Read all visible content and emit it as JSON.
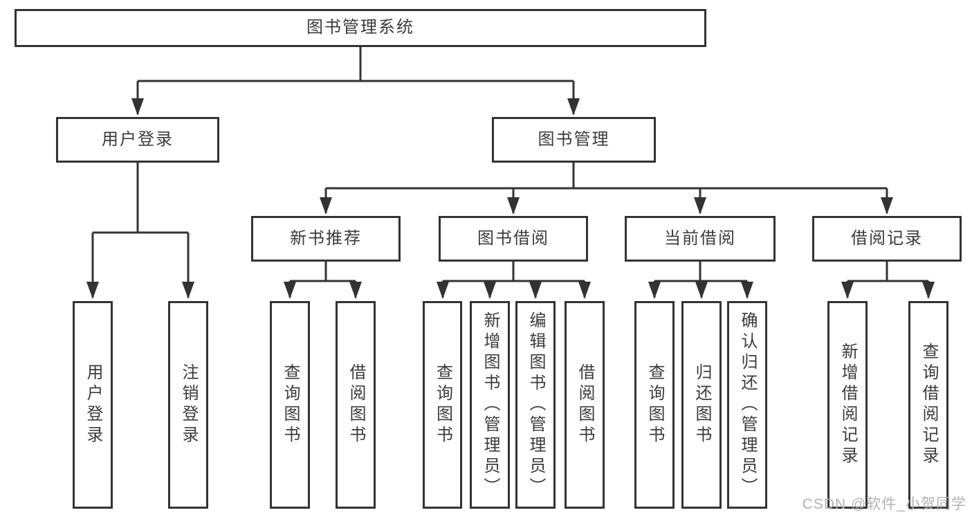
{
  "diagram": {
    "title": "图书管理系统",
    "user_login": {
      "label": "用户登录",
      "children": [
        "用户登录",
        "注销登录"
      ]
    },
    "book_mgmt": {
      "label": "图书管理",
      "modules": [
        {
          "label": "新书推荐",
          "children": [
            "查询图书",
            "借阅图书"
          ]
        },
        {
          "label": "图书借阅",
          "children": [
            "查询图书",
            "新增图书（管理员）",
            "编辑图书（管理员）",
            "借阅图书"
          ]
        },
        {
          "label": "当前借阅",
          "children": [
            "查询图书",
            "归还图书",
            "确认归还（管理员）"
          ]
        },
        {
          "label": "借阅记录",
          "children": [
            "新增借阅记录",
            "查询借阅记录"
          ]
        }
      ]
    }
  },
  "watermark": "CSDN @软件_小贺同学",
  "colors": {
    "line": "#333333",
    "text": "#3b3b3b",
    "watermark": "#b3b3b3",
    "background": "#ffffff"
  }
}
